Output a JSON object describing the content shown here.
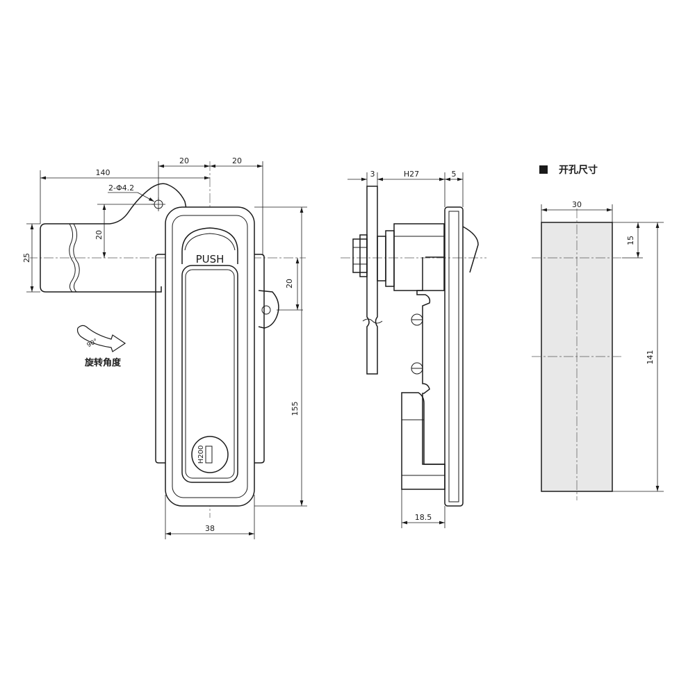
{
  "front_view": {
    "dims": {
      "handle_length": "140",
      "offset_left": "20",
      "offset_right": "20",
      "hole": "2-Φ4.2",
      "handle_offset": "20",
      "handle_width": "25",
      "right_offset": "20",
      "height": "155",
      "width": "38"
    },
    "push_label": "PUSH",
    "key_label": "H200",
    "rotation_angle": "90°",
    "rotation_caption": "旋转角度"
  },
  "side_view": {
    "dims": {
      "panel": "3",
      "depth": "H27",
      "flange": "5",
      "body_depth": "18.5"
    }
  },
  "cutout_view": {
    "title": "开孔尺寸",
    "dims": {
      "width": "30",
      "top_offset": "15",
      "height": "141"
    }
  }
}
